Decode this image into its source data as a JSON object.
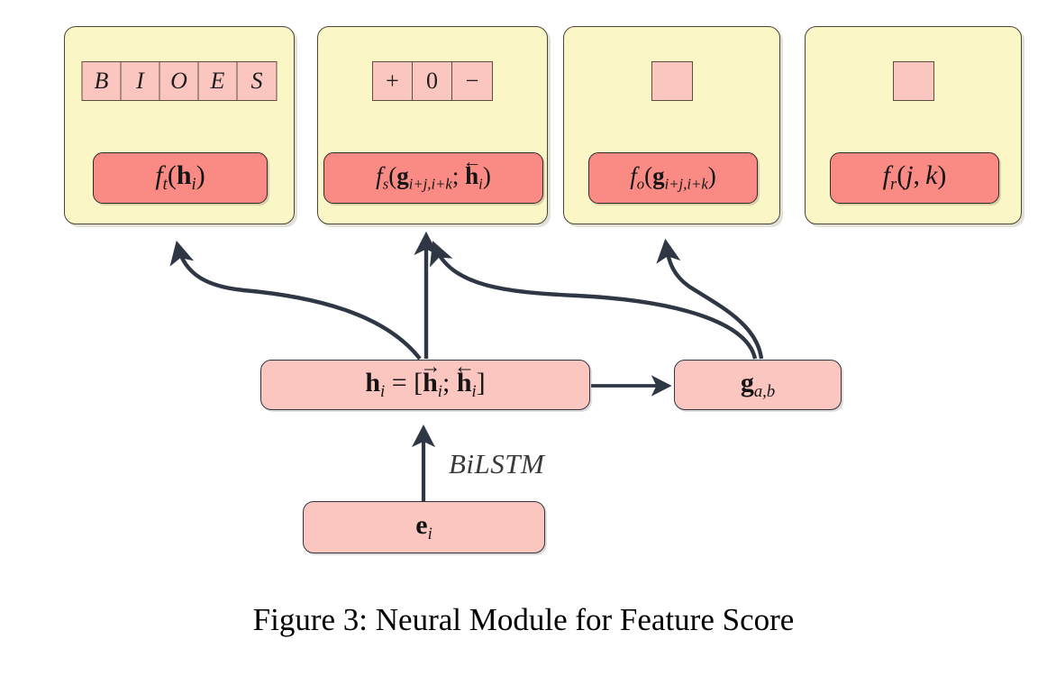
{
  "figure": {
    "caption": "Figure 3: Neural Module for Feature Score",
    "colors": {
      "container_fill": "#faf6c6",
      "container_stroke": "#4a4636",
      "function_fill": "#f98a84",
      "node_fill": "#fcc6c0",
      "cell_fill": "#fcc6c0",
      "arrow_stroke": "#2f3744",
      "caption_color": "#000000"
    }
  },
  "feature_modules": [
    {
      "id": "type-module",
      "cells": [
        "B",
        "I",
        "O",
        "E",
        "S"
      ],
      "cell_style": "italic",
      "function": {
        "name": "f",
        "subscript": "t",
        "args_text": "f_t(h_i)",
        "label": "f_t(⁠h_i)"
      },
      "has_incoming_arrow": true
    },
    {
      "id": "sign-module",
      "cells": [
        "+",
        "0",
        "−"
      ],
      "cell_style": "upright",
      "function": {
        "name": "f",
        "subscript": "s",
        "args_text": "f_s(g_{i+j,i+k}; h_i_backward)",
        "label": "f_s(g_{i+j,i+k}; ←h_i)"
      },
      "has_incoming_arrow": true
    },
    {
      "id": "overlap-module",
      "cells": [
        ""
      ],
      "cell_style": "blank",
      "function": {
        "name": "f",
        "subscript": "o",
        "args_text": "f_o(g_{i+j,i+k})",
        "label": "f_o(g_{i+j,i+k})"
      },
      "has_incoming_arrow": true
    },
    {
      "id": "range-module",
      "cells": [
        ""
      ],
      "cell_style": "blank",
      "function": {
        "name": "f",
        "subscript": "r",
        "args_text": "f_r(j, k)",
        "label": "f_r(j,k)"
      },
      "has_incoming_arrow": false
    }
  ],
  "nodes": {
    "hidden_state": {
      "id": "h-node",
      "label_text": "h_i = [→h_i ; ←h_i]",
      "lhs": "h",
      "lhs_sub": "i",
      "eq": "=",
      "open_bracket": "[",
      "fwd_symbol": "→",
      "fwd_base": "h",
      "fwd_sub": "i",
      "semicolon": ";",
      "bwd_symbol": "←",
      "bwd_base": "h",
      "bwd_sub": "i",
      "close_bracket": "]"
    },
    "span_state": {
      "id": "g-node",
      "label_text": "g_{a,b}",
      "base": "g",
      "sub": "a,b"
    },
    "embedding": {
      "id": "e-node",
      "label_text": "e_i",
      "base": "e",
      "sub": "i"
    }
  },
  "edges": {
    "bilstm_label": "BiLSTM",
    "list": [
      {
        "from": "e-node",
        "to": "h-node",
        "kind": "straight-up",
        "label": "BiLSTM"
      },
      {
        "from": "h-node",
        "to": "type-module",
        "kind": "curve-left"
      },
      {
        "from": "h-node",
        "to": "sign-module",
        "kind": "straight-up"
      },
      {
        "from": "h-node",
        "to": "g-node",
        "kind": "horizontal-right"
      },
      {
        "from": "g-node",
        "to": "sign-module",
        "kind": "long-curve-left"
      },
      {
        "from": "g-node",
        "to": "overlap-module",
        "kind": "curve-up"
      }
    ]
  }
}
